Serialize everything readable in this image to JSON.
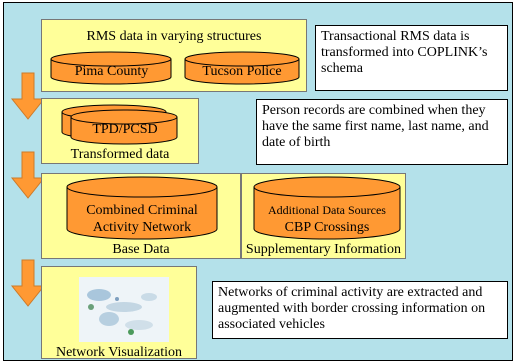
{
  "section1": {
    "title": "RMS data in varying structures",
    "cylinder_left": "Pima County",
    "cylinder_right": "Tucson Police",
    "note": "Transactional RMS data is transformed into COPLINK’s schema"
  },
  "section2": {
    "cylinder": "TPD/PCSD",
    "label": "Transformed data",
    "note": "Person records are combined when they have the same first name, last name, and date of birth"
  },
  "section3": {
    "left_cylinder_line1": "Combined Criminal",
    "left_cylinder_line2": "Activity Network",
    "left_label": "Base Data",
    "right_cylinder_line1": "Additional Data Sources",
    "right_cylinder_line2": "CBP Crossings",
    "right_label": "Supplementary Information"
  },
  "section4": {
    "label": "Network Visualization",
    "note": "Networks of criminal activity are extracted and augmented with border crossing information on associated vehicles"
  },
  "colors": {
    "background": "#b4e1ea",
    "box": "#ffff99",
    "cylinder": "#ff9933",
    "arrow": "#ff9933"
  }
}
